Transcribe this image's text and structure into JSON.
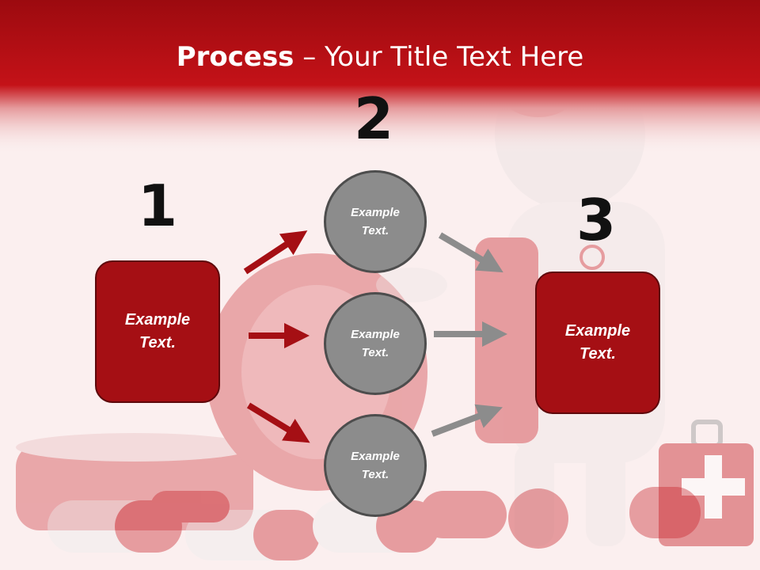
{
  "title": {
    "bold": "Process",
    "rest": " – Your Title Text Here"
  },
  "steps": [
    {
      "number": "1",
      "line1": "Example",
      "line2": "Text."
    },
    {
      "number": "2",
      "line1": "Example",
      "line2": "Text."
    },
    {
      "number": "3",
      "line1": "Example",
      "line2": "Text."
    }
  ],
  "circles": [
    {
      "line1": "Example",
      "line2": "Text."
    },
    {
      "line1": "Example",
      "line2": "Text."
    },
    {
      "line1": "Example",
      "line2": "Text."
    }
  ],
  "colors": {
    "header": "#b50f14",
    "box": "#a50f14",
    "circle": "#8c8c8c",
    "red_arrow": "#a50f14",
    "gray_arrow": "#8c8c8c"
  }
}
